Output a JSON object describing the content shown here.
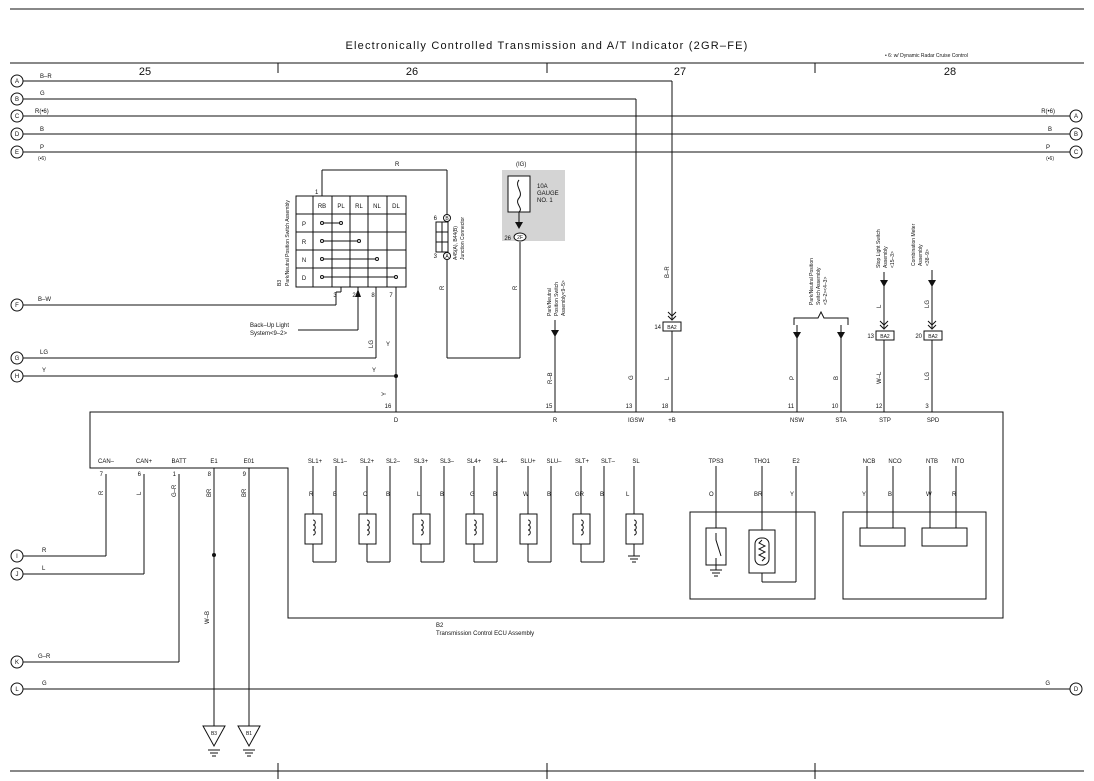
{
  "title": "Electronically Controlled Transmission and A/T Indicator (2GR–FE)",
  "note": "• 6: w/ Dynamic Radar Cruise Control",
  "columns": [
    "25",
    "26",
    "27",
    "28"
  ],
  "left_buses": [
    {
      "letter": "A",
      "wire": "B–R"
    },
    {
      "letter": "B",
      "wire": "G"
    },
    {
      "letter": "C",
      "wire": "R(•6)"
    },
    {
      "letter": "D",
      "wire": "B"
    },
    {
      "letter": "E",
      "wire": "P",
      "sub": "(•6)"
    },
    {
      "letter": "F",
      "wire": "B–W"
    },
    {
      "letter": "G",
      "wire": "LG"
    },
    {
      "letter": "H",
      "wire": "Y"
    },
    {
      "letter": "I",
      "wire": "R"
    },
    {
      "letter": "J",
      "wire": "L"
    },
    {
      "letter": "K",
      "wire": "G–R"
    },
    {
      "letter": "L",
      "wire": "G"
    }
  ],
  "right_buses": [
    {
      "letter": "A",
      "wire": "R(•6)"
    },
    {
      "letter": "B",
      "wire": "B"
    },
    {
      "letter": "C",
      "wire": "P",
      "sub": "(•6)"
    },
    {
      "letter": "D",
      "wire": "G"
    }
  ],
  "switch": {
    "id": "B3",
    "name": "Park/Neutral Position Switch Assembly",
    "cols": [
      "RB",
      "PL",
      "RL",
      "NL",
      "DL"
    ],
    "rows": [
      "P",
      "R",
      "N",
      "D"
    ],
    "pins": [
      "1",
      "3",
      "2",
      "8",
      "7"
    ]
  },
  "backup_light": [
    "Back–Up Light",
    "System<9–2>"
  ],
  "junction": {
    "name": [
      "A45(A), B44(B)",
      "Junction Connector"
    ],
    "pins": [
      "6",
      "3"
    ],
    "letters": [
      "B",
      "A"
    ]
  },
  "fuse": {
    "ig": "(IG)",
    "label": [
      "10A",
      "GAUGE",
      "NO. 1"
    ],
    "pin": "26",
    "conn": "2F"
  },
  "ref_labels": {
    "pnp": [
      "Park/Neutral",
      "Position Switch",
      "Assembly<9–5>"
    ],
    "pnp2": [
      "Park/Neutral Position",
      "Switch Assembly",
      "<3–2><4–3>"
    ],
    "stop": [
      "Stop Light Switch",
      "Assembly",
      "<15–3>"
    ],
    "meter": [
      "Combination Meter",
      "Assembly",
      "<38–9>"
    ]
  },
  "ba2": [
    {
      "pin": "14",
      "label": "BA2"
    },
    {
      "pin": "13",
      "label": "BA2"
    },
    {
      "pin": "20",
      "label": "BA2"
    }
  ],
  "wire_colors": {
    "sw_r": "R",
    "jc_r": "R",
    "fuse_r": "R",
    "pnp_rb": "R–B",
    "igsw_g": "G",
    "br_top": "B–R",
    "br_l": "L",
    "nsw_p": "P",
    "sta_b": "B",
    "stp_l": "L",
    "stp_wl": "W–L",
    "spd_lg": "LG",
    "spd_lg2": "LG",
    "sw_y1": "Y",
    "sw_y2": "Y",
    "sw_lg": "LG",
    "d_y": "Y"
  },
  "ecu": {
    "id": "B2",
    "name": "Transmission Control ECU Assembly",
    "top_pins": [
      {
        "num": "16",
        "name": "D"
      },
      {
        "num": "15",
        "name": "R"
      },
      {
        "num": "13",
        "name": "IGSW"
      },
      {
        "num": "18",
        "name": "+B"
      },
      {
        "num": "11",
        "name": "NSW"
      },
      {
        "num": "10",
        "name": "STA"
      },
      {
        "num": "12",
        "name": "STP"
      },
      {
        "num": "3",
        "name": "SPD"
      }
    ],
    "bottom_pins": [
      {
        "name": "CAN–",
        "num": "7",
        "wire": "R"
      },
      {
        "name": "CAN+",
        "num": "6",
        "wire": "L"
      },
      {
        "name": "BATT",
        "num": "1",
        "wire": "G–R"
      },
      {
        "name": "E1",
        "num": "8",
        "wire": "BR"
      },
      {
        "name": "E01",
        "num": "9",
        "wire": "BR"
      }
    ],
    "solenoids": [
      {
        "names": [
          "SL1+",
          "SL1–"
        ],
        "wires": [
          "R",
          "B"
        ]
      },
      {
        "names": [
          "SL2+",
          "SL2–"
        ],
        "wires": [
          "O",
          "B"
        ]
      },
      {
        "names": [
          "SL3+",
          "SL3–"
        ],
        "wires": [
          "L",
          "B"
        ]
      },
      {
        "names": [
          "SL4+",
          "SL4–"
        ],
        "wires": [
          "G",
          "B"
        ]
      },
      {
        "names": [
          "SLU+",
          "SLU–"
        ],
        "wires": [
          "W",
          "B"
        ]
      },
      {
        "names": [
          "SLT+",
          "SLT–"
        ],
        "wires": [
          "GR",
          "B"
        ]
      },
      {
        "names": [
          "SL"
        ],
        "wires": [
          "L"
        ]
      }
    ],
    "sensors": [
      {
        "name": "TPS3",
        "wire": "O"
      },
      {
        "name": "THO1",
        "wire": "BR"
      },
      {
        "name": "E2",
        "wire": "Y"
      },
      {
        "name": "NCB",
        "wire": "Y"
      },
      {
        "name": "NCO",
        "wire": "B"
      },
      {
        "name": "NTB",
        "wire": "W"
      },
      {
        "name": "NTO",
        "wire": "R"
      }
    ]
  },
  "ground_wire": "W–B",
  "grounds": [
    "B3",
    "B1"
  ]
}
